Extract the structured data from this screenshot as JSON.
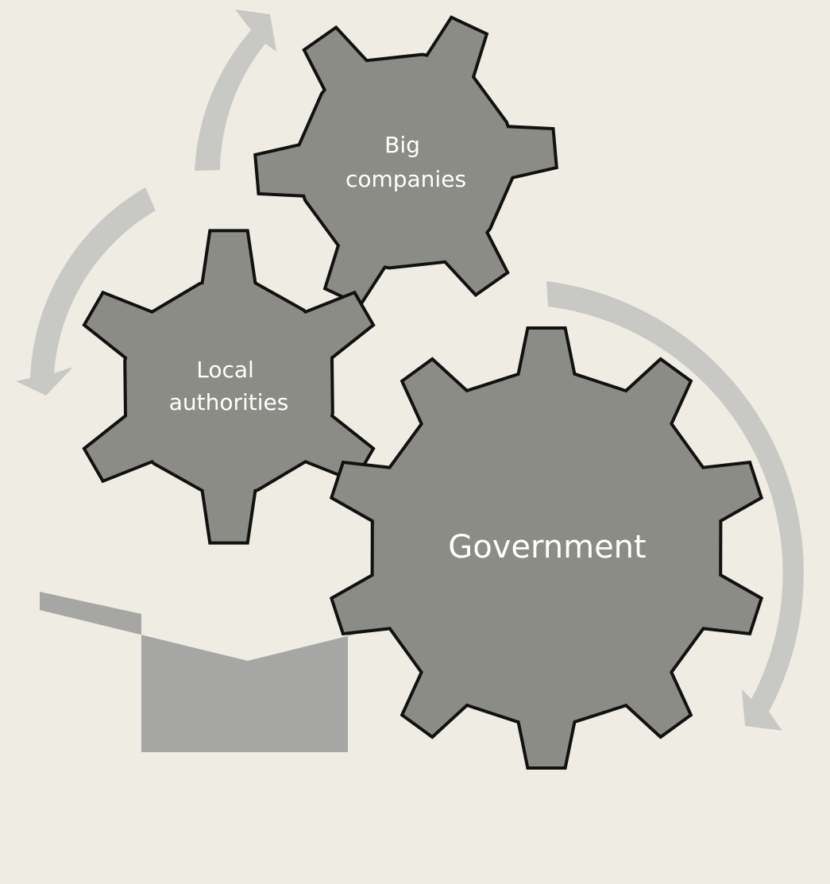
{
  "diagram": {
    "background_color": "#efece4",
    "gears": [
      {
        "id": "big-companies",
        "label_lines": [
          "Big",
          "companies"
        ]
      },
      {
        "id": "local-authorities",
        "label_lines": [
          "Local",
          "authorities"
        ]
      },
      {
        "id": "government",
        "label_lines": [
          "Government"
        ]
      }
    ],
    "colors": {
      "gear_fill": "#8b8c85",
      "gear_outline": "#111111",
      "cycle_arrows": "#c8c8c4",
      "down_arrow": "#a6a6a4",
      "label_text": "#ffffff"
    }
  }
}
